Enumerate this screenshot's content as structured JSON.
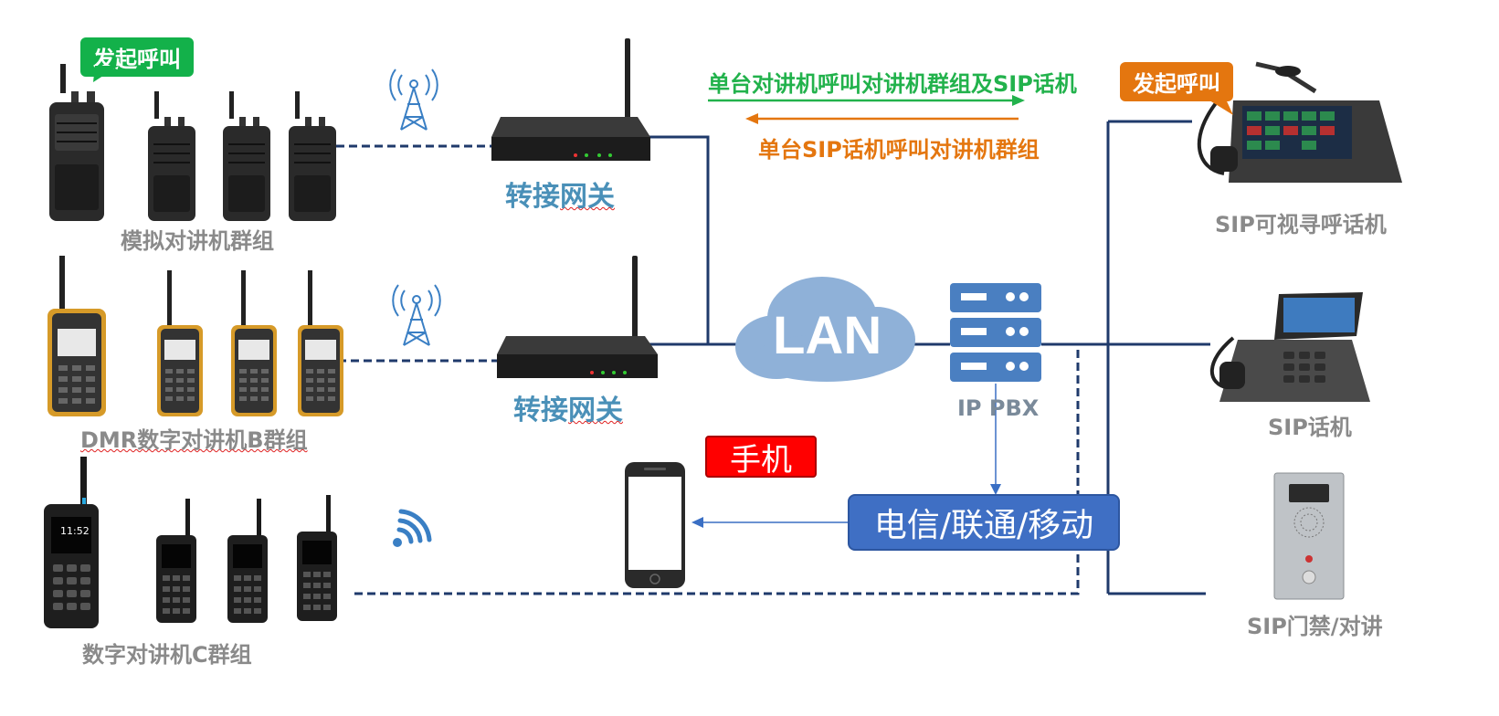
{
  "callouts": {
    "left_initiate": "发起呼叫",
    "right_initiate": "发起呼叫"
  },
  "arrows": {
    "green_text": "单台对讲机呼叫对讲机群组及SIP话机",
    "orange_text": "单台SIP话机呼叫对讲机群组"
  },
  "groups": {
    "analog": "模拟对讲机群组",
    "dmr": "DMR数字对讲机B群组",
    "digital_c": "数字对讲机C群组"
  },
  "gateways": {
    "gateway1_a": "转接",
    "gateway1_b": "网关",
    "gateway2_a": "转接",
    "gateway2_b": "网关"
  },
  "network": {
    "lan": "LAN",
    "pbx": "IP PBX"
  },
  "mobile": {
    "tag": "手机",
    "carrier": "电信/联通/移动"
  },
  "devices": {
    "sip_video": "SIP可视寻呼话机",
    "sip_phone": "SIP话机",
    "sip_door": "SIP门禁/对讲"
  },
  "colors": {
    "line": "#1f3a6b",
    "green": "#13b14a",
    "orange": "#e4760f",
    "cloud": "#8fb1d8",
    "server": "#4a7fc1",
    "carrier": "#3f6fc4"
  }
}
